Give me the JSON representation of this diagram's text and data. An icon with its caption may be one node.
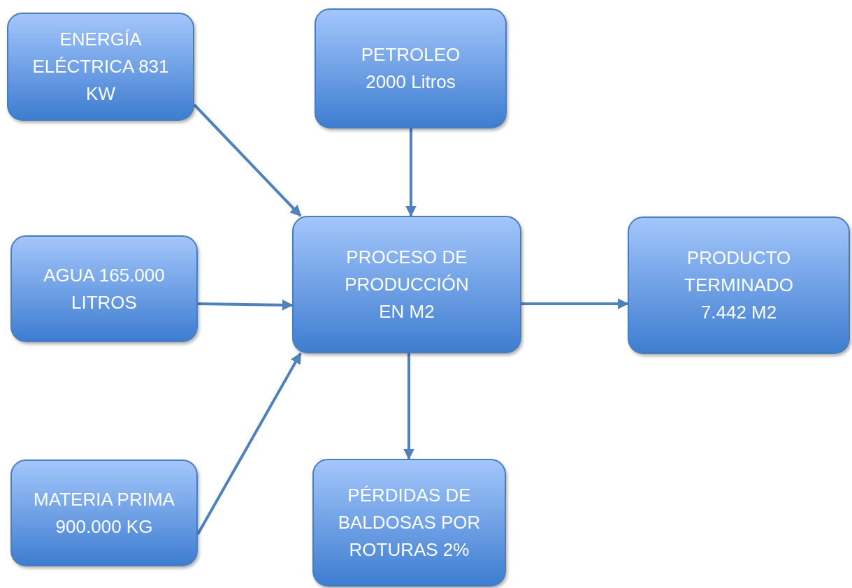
{
  "diagram": {
    "nodes": [
      {
        "text": [
          "ENERGÍA ELÉCTRICA 831 KW"
        ]
      },
      {
        "text": [
          "PETROLEO 2000 Litros"
        ]
      },
      {
        "text": [
          "AGUA 165.000 LITROS"
        ]
      },
      {
        "text": [
          "PROCESO DE PRODUCCIÓN EN M2"
        ]
      },
      {
        "text": [
          "PRODUCTO TERMINADO 7.442 M2"
        ]
      },
      {
        "text": [
          "MATERIA PRIMA 900.000 KG"
        ]
      },
      {
        "text": [
          "PÉRDIDAS DE BALDOSAS POR ROTURAS 2%"
        ]
      }
    ],
    "edges": [
      {
        "from": 0,
        "to": 3,
        "arrow": "to"
      },
      {
        "from": 1,
        "to": 3,
        "arrow": "to"
      },
      {
        "from": 2,
        "to": 3,
        "arrow": "to"
      },
      {
        "from": 3,
        "to": 4,
        "arrow": "to"
      },
      {
        "from": 5,
        "to": 3,
        "arrow": "to"
      },
      {
        "from": 3,
        "to": 6,
        "arrow": "to"
      }
    ]
  }
}
